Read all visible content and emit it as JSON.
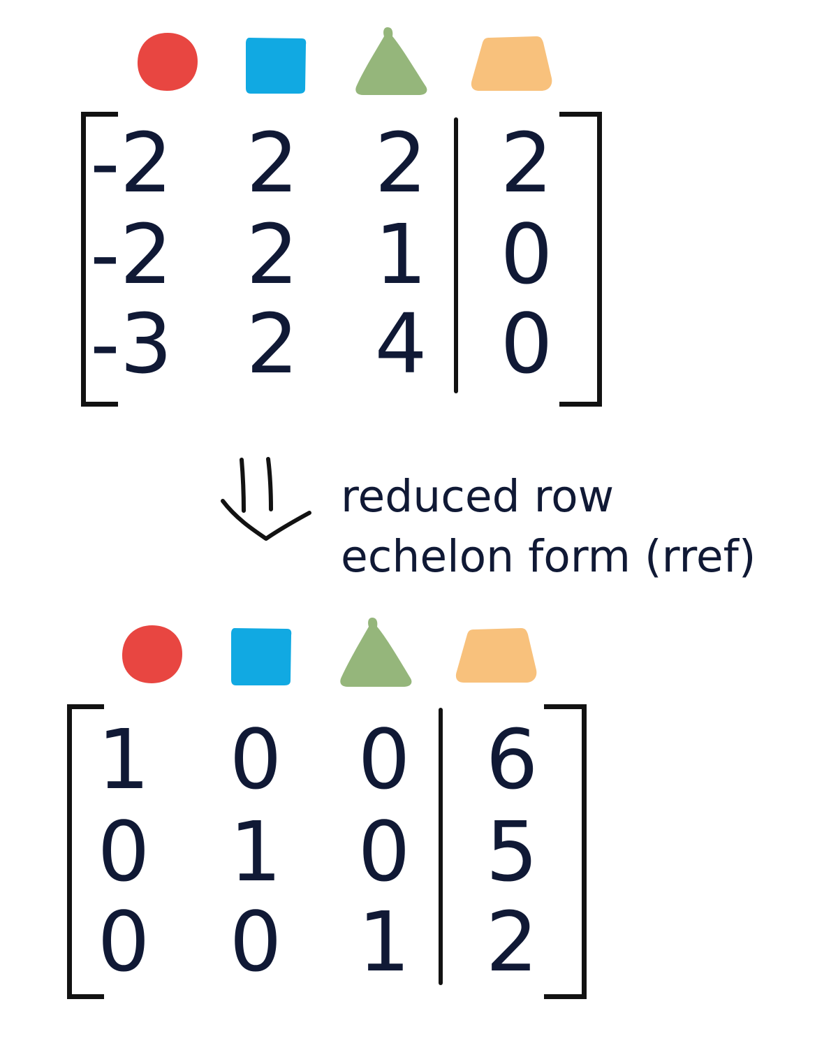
{
  "diagram": {
    "description_labels": {
      "line1": "reduced row",
      "line2": "echelon form (rref)"
    },
    "variable_icons": [
      "red-circle-icon",
      "blue-square-icon",
      "green-triangle-icon",
      "orange-trapezoid-icon"
    ],
    "colors": {
      "circle": "#e84641",
      "square": "#11a9e2",
      "triangle": "#95b67b",
      "trapezoid": "#f8c17c",
      "text": "#101935",
      "bracket": "#121212"
    },
    "original_matrix": {
      "rows": [
        [
          "-2",
          "2",
          "2",
          "2"
        ],
        [
          "-2",
          "2",
          "1",
          "0"
        ],
        [
          "-3",
          "2",
          "4",
          "0"
        ]
      ]
    },
    "rref_matrix": {
      "rows": [
        [
          "1",
          "0",
          "0",
          "6"
        ],
        [
          "0",
          "1",
          "0",
          "5"
        ],
        [
          "0",
          "0",
          "1",
          "2"
        ]
      ]
    }
  }
}
